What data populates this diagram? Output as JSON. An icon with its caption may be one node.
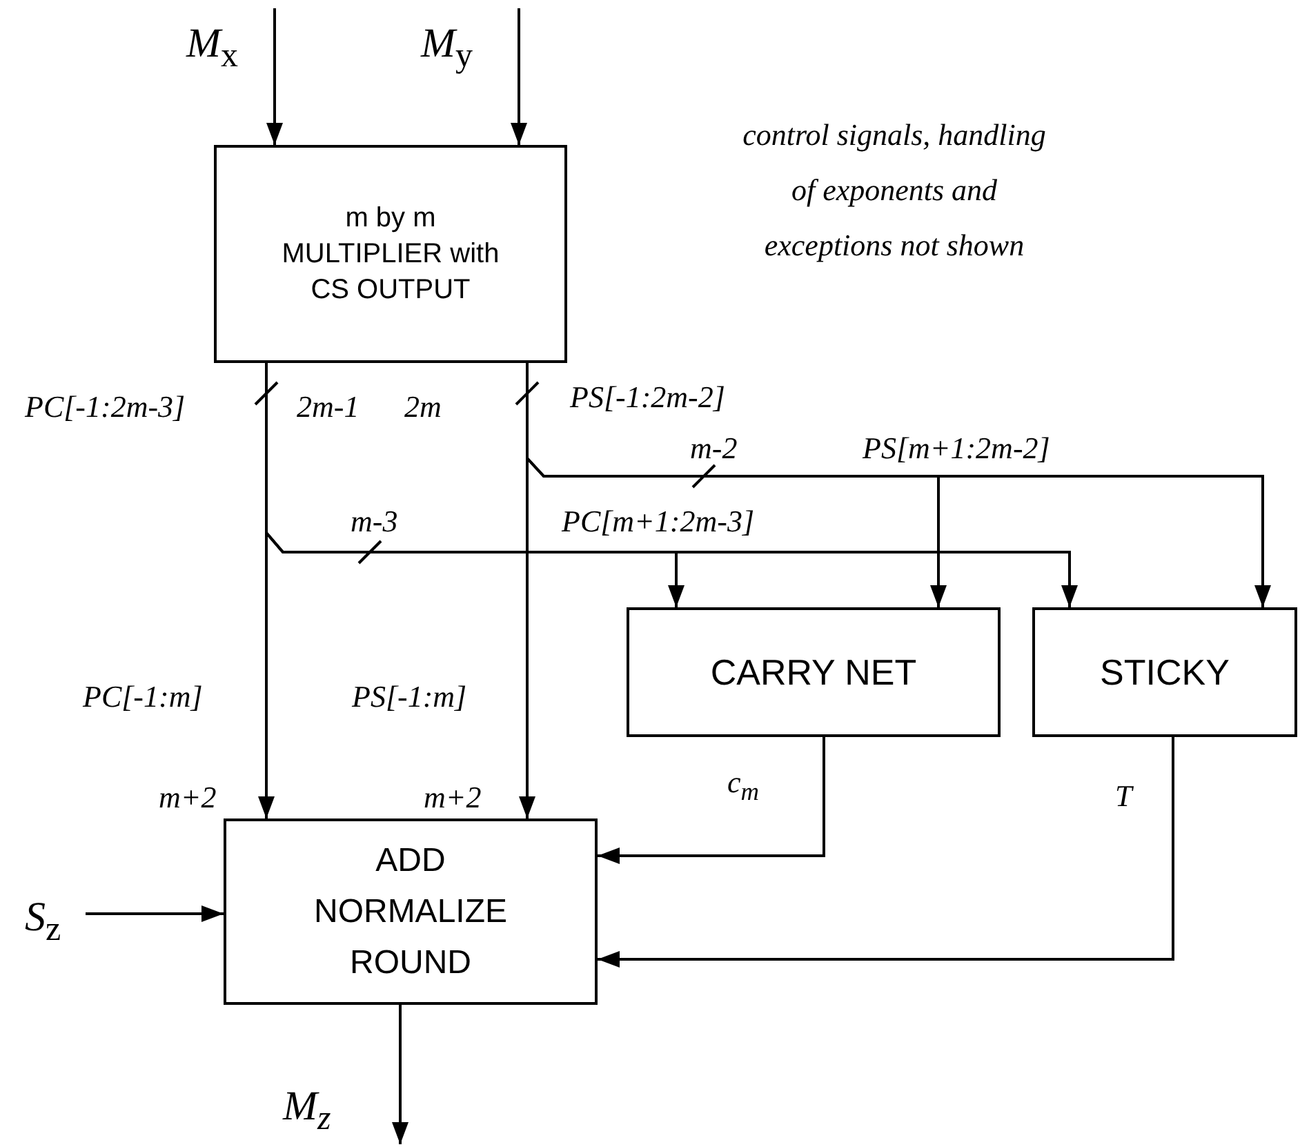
{
  "diagram": {
    "nodes": [
      {
        "text": [
          "m by m MULTIPLIER with CS OUTPUT"
        ]
      },
      {
        "text": [
          "CARRY NET"
        ]
      },
      {
        "text": [
          "STICKY"
        ]
      },
      {
        "text": [
          "ADD NORMALIZE ROUND"
        ]
      },
      {
        "text": [
          "*M*$_{x}$"
        ]
      },
      {
        "text": [
          "*M*$_{y}$"
        ]
      },
      {
        "text": [
          "*S*$_{z}$"
        ]
      }
    ],
    "edges": [
      {
        "from": 4,
        "to": 0,
        "arrow": "to"
      },
      {
        "from": 5,
        "to": 0,
        "arrow": "to"
      },
      {
        "from": 0,
        "to": 3,
        "arrow": "to",
        "label": "PC[-1:m]"
      },
      {
        "from": 0,
        "to": 3,
        "arrow": "to",
        "label": "PS[-1:m]"
      },
      {
        "from": 0,
        "to": 1,
        "arrow": "to",
        "label": "PC[m+1:2m-3]"
      },
      {
        "from": 0,
        "to": 2,
        "arrow": "to"
      },
      {
        "from": 0,
        "to": 1,
        "arrow": "to",
        "label": "PS[m+1:2m-2]"
      },
      {
        "from": 0,
        "to": 2,
        "arrow": "to"
      },
      {
        "from": 1,
        "to": 3,
        "arrow": "to",
        "label": "c$_{m}$"
      },
      {
        "from": 2,
        "to": 3,
        "arrow": "to",
        "label": "T"
      },
      {
        "from": 6,
        "to": 3,
        "arrow": "to"
      },
      {
        "from": 3,
        "to": null,
        "arrow": "to",
        "label": "M$_{z}$"
      }
    ],
    "labels": [
      "control signals, handling of exponents and exceptions not shown",
      "PC[-1:2m-3]",
      "2m-1",
      "2m",
      "PS[-1:2m-2]",
      "m-2",
      "m-3",
      "m+2",
      "m+2"
    ]
  }
}
